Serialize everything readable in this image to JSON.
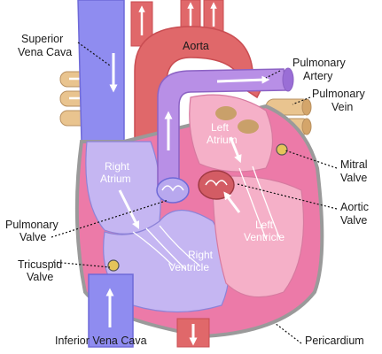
{
  "diagram": {
    "labels": {
      "superior_vena_cava": [
        "Superior",
        "Vena Cava"
      ],
      "aorta": "Aorta",
      "pulmonary_artery": [
        "Pulmonary",
        "Artery"
      ],
      "pulmonary_vein": [
        "Pulmonary",
        "Vein"
      ],
      "left_atrium": [
        "Left",
        "Atrium"
      ],
      "right_atrium": [
        "Right",
        "Atrium"
      ],
      "mitral_valve": [
        "Mitral",
        "Valve"
      ],
      "aortic_valve": [
        "Aortic",
        "Valve"
      ],
      "left_ventricle": [
        "Left",
        "Ventricle"
      ],
      "pulmonary_valve": [
        "Pulmonary",
        "Valve"
      ],
      "right_ventricle": [
        "Right",
        "Ventricle"
      ],
      "tricuspid_valve": [
        "Tricuspid",
        "Valve"
      ],
      "inferior_vena_cava": "Inferior Vena Cava",
      "pericardium": "Pericardium"
    },
    "colors": {
      "deoxygenated_vessel": "#8f8cf0",
      "deoxygenated_dark": "#6f6ad8",
      "oxygenated_vessel": "#e0686a",
      "oxygenated_dark": "#c94d52",
      "pulmonary_vessel_purple": "#b88fe6",
      "heart_wall": "#ec7aa8",
      "chamber_pink": "#f5b0c8",
      "right_chamber": "#c5b6f2",
      "pericardium": "#9a9a9a",
      "vein_tan": "#e9c48f",
      "label_text": "#1a1a1a"
    }
  }
}
